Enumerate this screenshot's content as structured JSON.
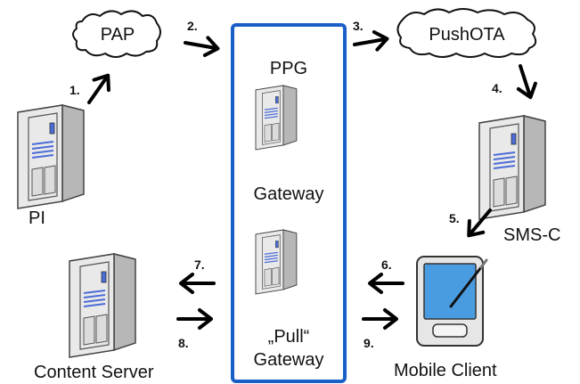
{
  "nodes": {
    "pap": "PAP",
    "push_ota": "PushOTA",
    "ppg": "PPG",
    "gateway": "Gateway",
    "pull_gateway_line1": "„Pull“",
    "pull_gateway_line2": "Gateway",
    "pi": "PI",
    "sms_c": "SMS-C",
    "content_server": "Content Server",
    "mobile_client": "Mobile Client"
  },
  "steps": {
    "s1": "1.",
    "s2": "2.",
    "s3": "3.",
    "s4": "4.",
    "s5": "5.",
    "s6": "6.",
    "s7": "7.",
    "s8": "8.",
    "s9": "9."
  },
  "colors": {
    "gateway_border": "#1a5fc8",
    "server_body": "#e9e9e9",
    "server_shade": "#b7b7b7",
    "server_slots": "#4b6cd6",
    "tablet_screen": "#4a9ce0",
    "arrow": "#000000"
  }
}
